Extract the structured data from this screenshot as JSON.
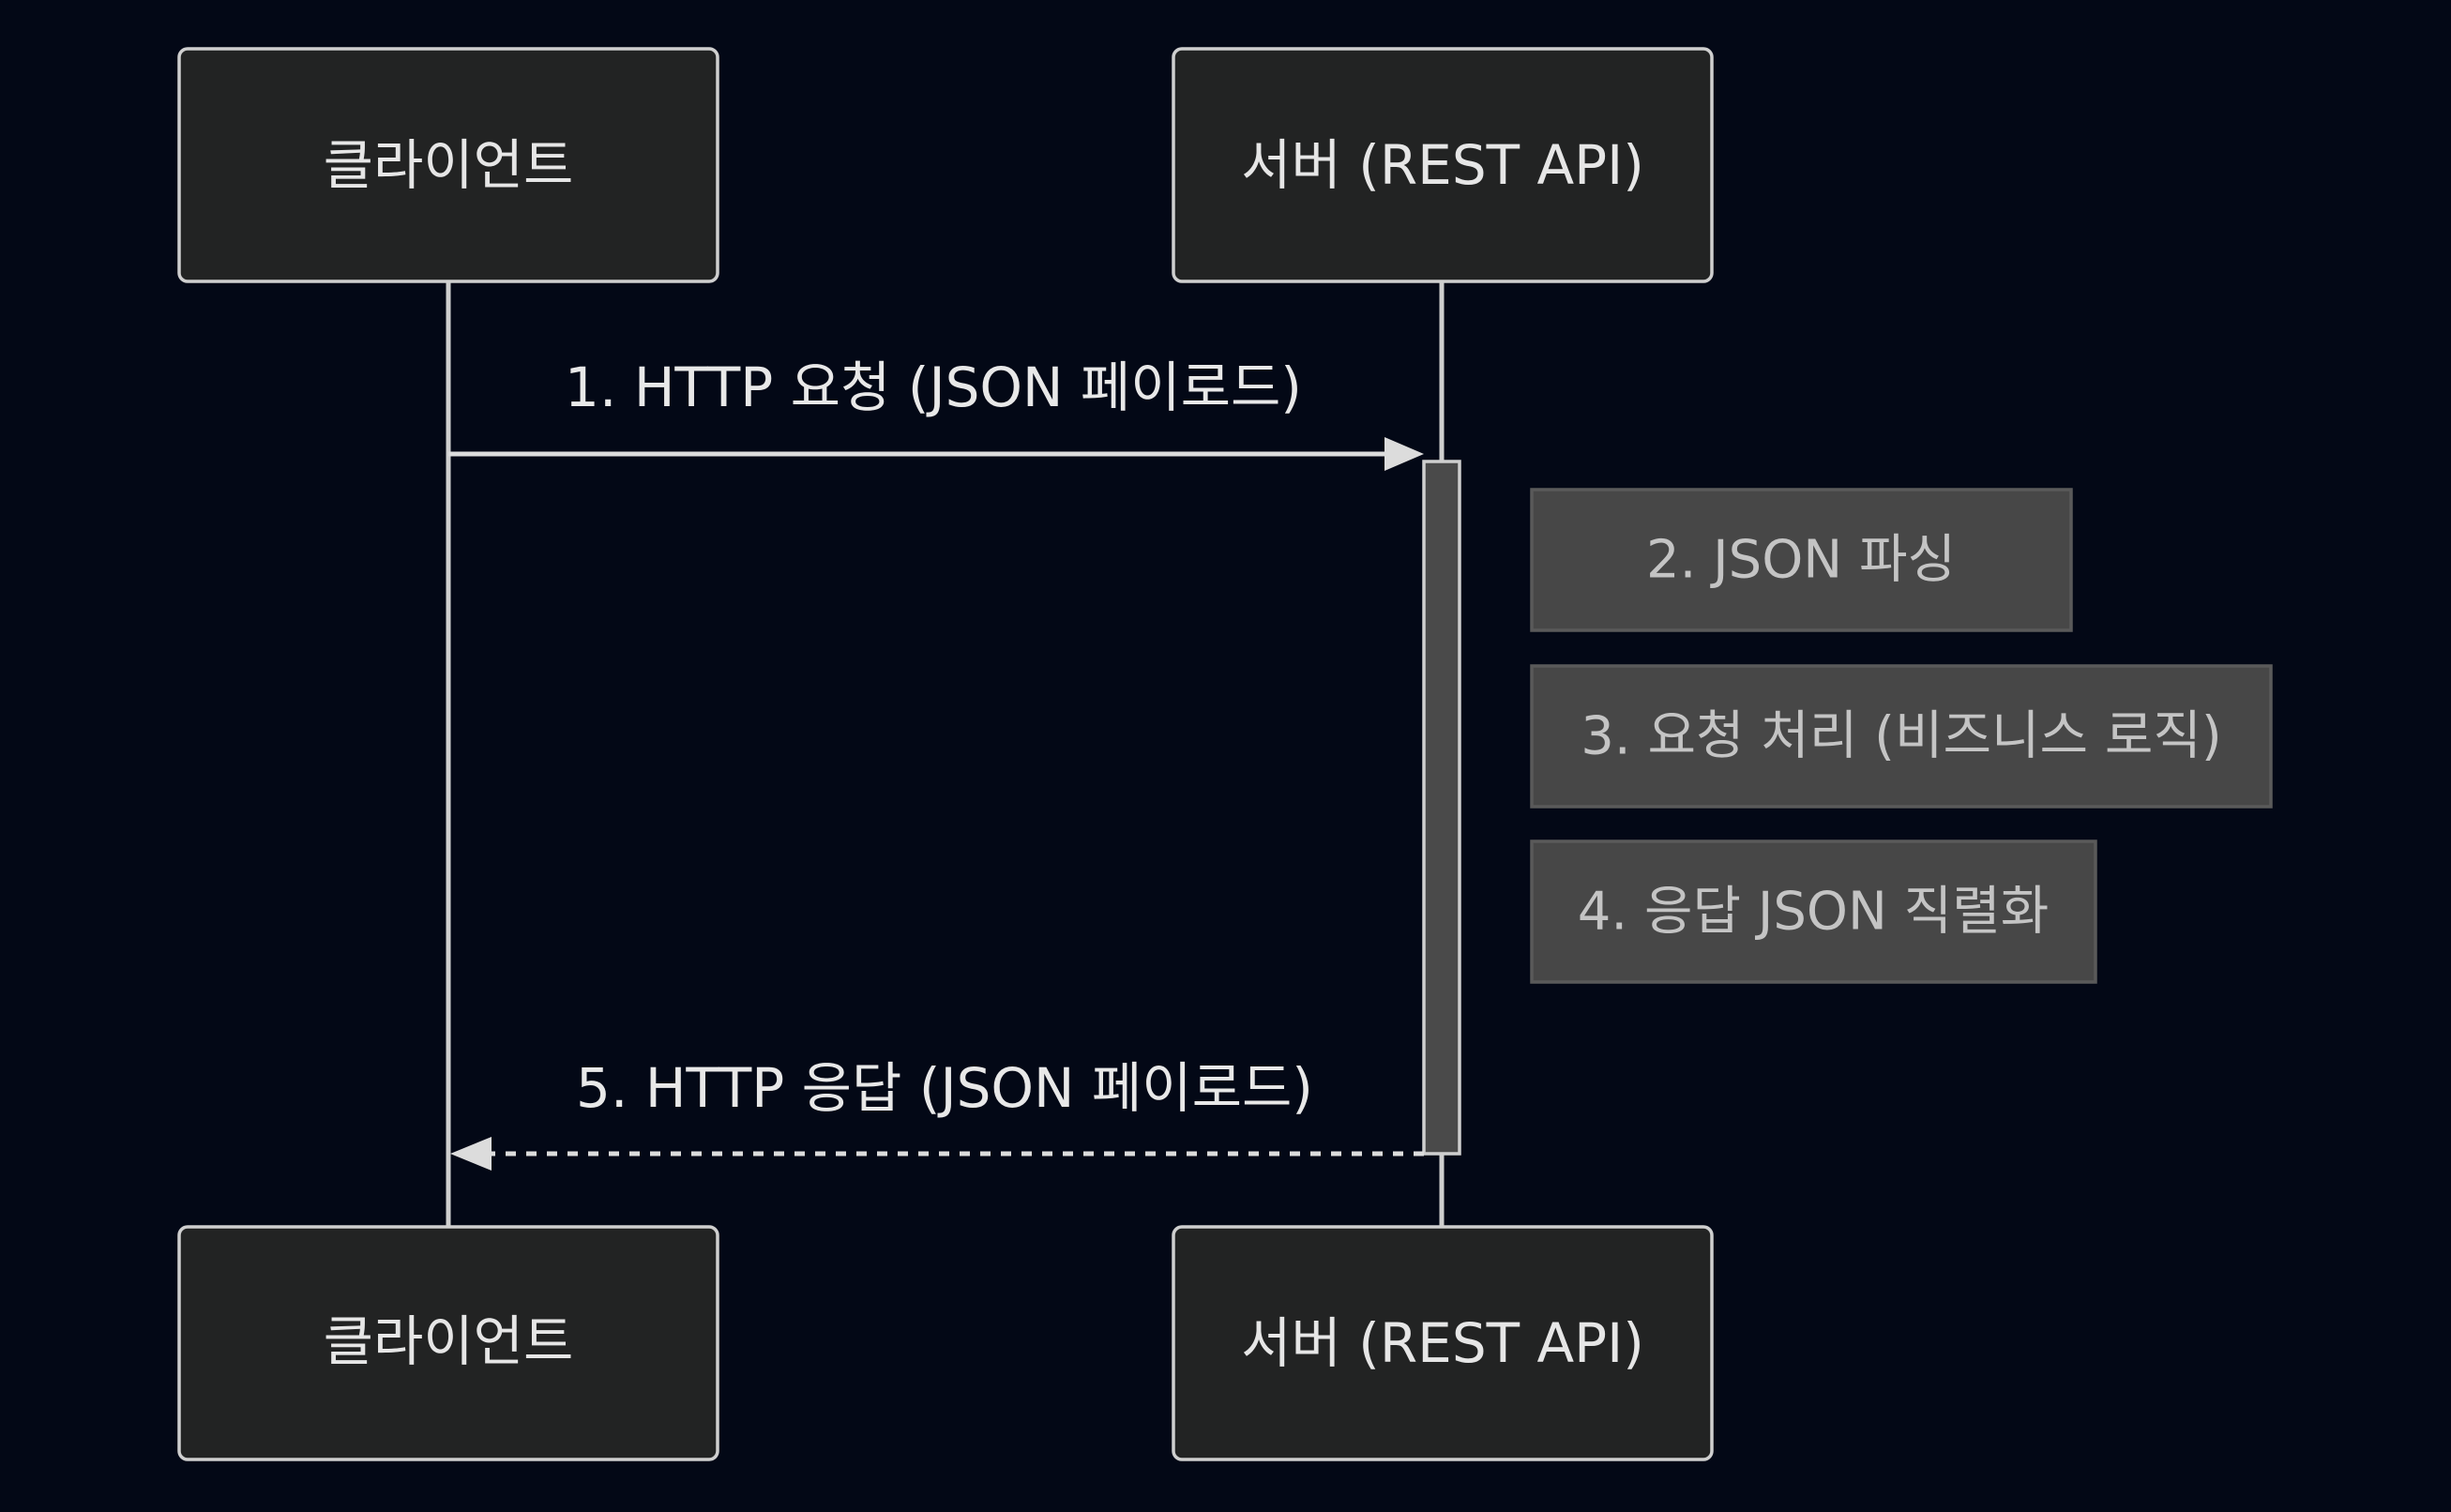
{
  "participants": [
    {
      "id": "client",
      "label": "클라이언트"
    },
    {
      "id": "server",
      "label": "서버 (REST API)"
    }
  ],
  "messages": [
    {
      "label": "1. HTTP 요청 (JSON 페이로드)",
      "from": "client",
      "to": "server",
      "style": "solid"
    },
    {
      "label": "5. HTTP 응답 (JSON 페이로드)",
      "from": "server",
      "to": "client",
      "style": "dashed"
    }
  ],
  "notes": [
    {
      "label": "2. JSON 파싱"
    },
    {
      "label": "3. 요청 처리 (비즈니스 로직)"
    },
    {
      "label": "4. 응답 JSON 직렬화"
    }
  ],
  "colors": {
    "background": "#030816",
    "actor_fill": "#222323",
    "line": "#cfcfcf",
    "note_fill": "#474747",
    "activation_fill": "#4a4a4a"
  }
}
